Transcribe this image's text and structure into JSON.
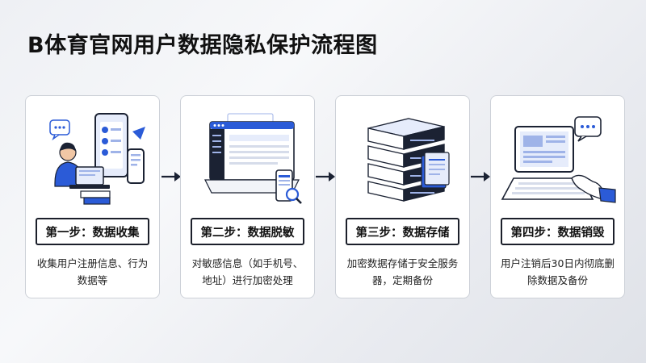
{
  "title": "B体育官网用户数据隐私保护流程图",
  "colors": {
    "accent": "#2b5bd7",
    "dark": "#1b2233",
    "light_blue": "#e6ecfb"
  },
  "steps": [
    {
      "label": "第一步：数据收集",
      "description": "收集用户注册信息、行为数据等",
      "icon": "person-with-phone-icon"
    },
    {
      "label": "第二步：数据脱敏",
      "description": "对敏感信息（如手机号、地址）进行加密处理",
      "icon": "browser-window-icon"
    },
    {
      "label": "第三步：数据存储",
      "description": "加密数据存储于安全服务器，定期备份",
      "icon": "server-stack-icon"
    },
    {
      "label": "第四步：数据销毁",
      "description": "用户注销后30日内彻底删除数据及备份",
      "icon": "computer-keyboard-icon"
    }
  ]
}
